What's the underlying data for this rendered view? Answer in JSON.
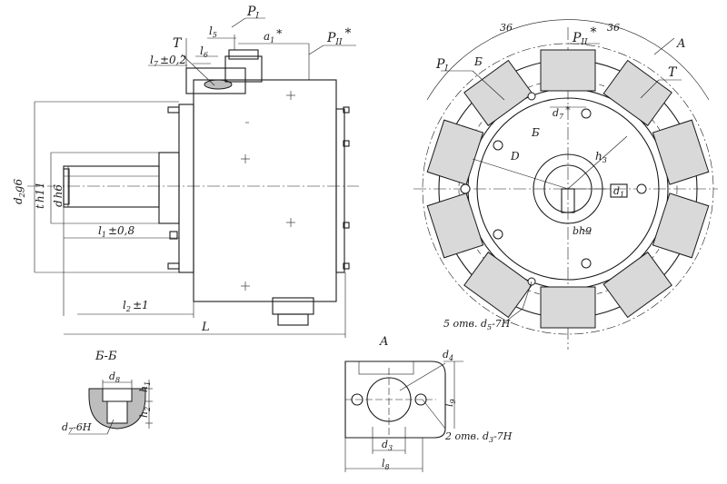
{
  "labels": {
    "p1_side": "P",
    "p1_side_sub": "I",
    "a1": "a",
    "a1_sub": "1",
    "a1_star": "*",
    "p2_side": "P",
    "p2_side_sub": "II",
    "p2_star": "*",
    "t_side": "T",
    "l5": "l",
    "l5_sub": "5",
    "l6": "l",
    "l6_sub": "6",
    "l7": "l",
    "l7_sub": "7",
    "l7_tol": "±0,2",
    "d2": "d",
    "d2_sub": "2",
    "d2_fit": "g6",
    "t": "t",
    "t_fit": "h11",
    "d": "d",
    "d_fit": "h6",
    "l1": "l",
    "l1_sub": "1",
    "l1_tol": "±0,8",
    "l2": "l",
    "l2_sub": "2",
    "l2_tol": "±1",
    "L": "L",
    "dim36a": "36",
    "dim36b": "36",
    "p2_front": "P",
    "p2_front_sub": "II",
    "p2_front_star": "*",
    "arrowA": "A",
    "p1_front": "P",
    "p1_front_sub": "I",
    "b_front": "Б",
    "t_front": "T",
    "d7_star": "d",
    "d7_star_sub": "7",
    "d7_star_mark": "*",
    "b_cut": "Б",
    "D": "D",
    "h3": "h",
    "h3_sub": "3",
    "d1": "d",
    "d1_sub": "1",
    "bh9": "bh9",
    "holes5": "5 отв. d",
    "holes5_sub": "5",
    "holes5_fit": "-7H",
    "section_title": "Б-Б",
    "d8": "d",
    "d8_sub": "8",
    "h1": "h",
    "h1_sub": "1",
    "h2": "h",
    "h2_sub": "2",
    "d7_6h": "d",
    "d7_6h_sub": "7",
    "d7_6h_fit": "-6H",
    "view_a_title": "A",
    "d4": "d",
    "d4_sub": "4",
    "l9": "l",
    "l9_sub": "9",
    "holes2": "2 отв. d",
    "holes2_sub": "3",
    "holes2_fit": "-7H",
    "d3": "d",
    "d3_sub": "3",
    "l8": "l",
    "l8_sub": "8"
  }
}
